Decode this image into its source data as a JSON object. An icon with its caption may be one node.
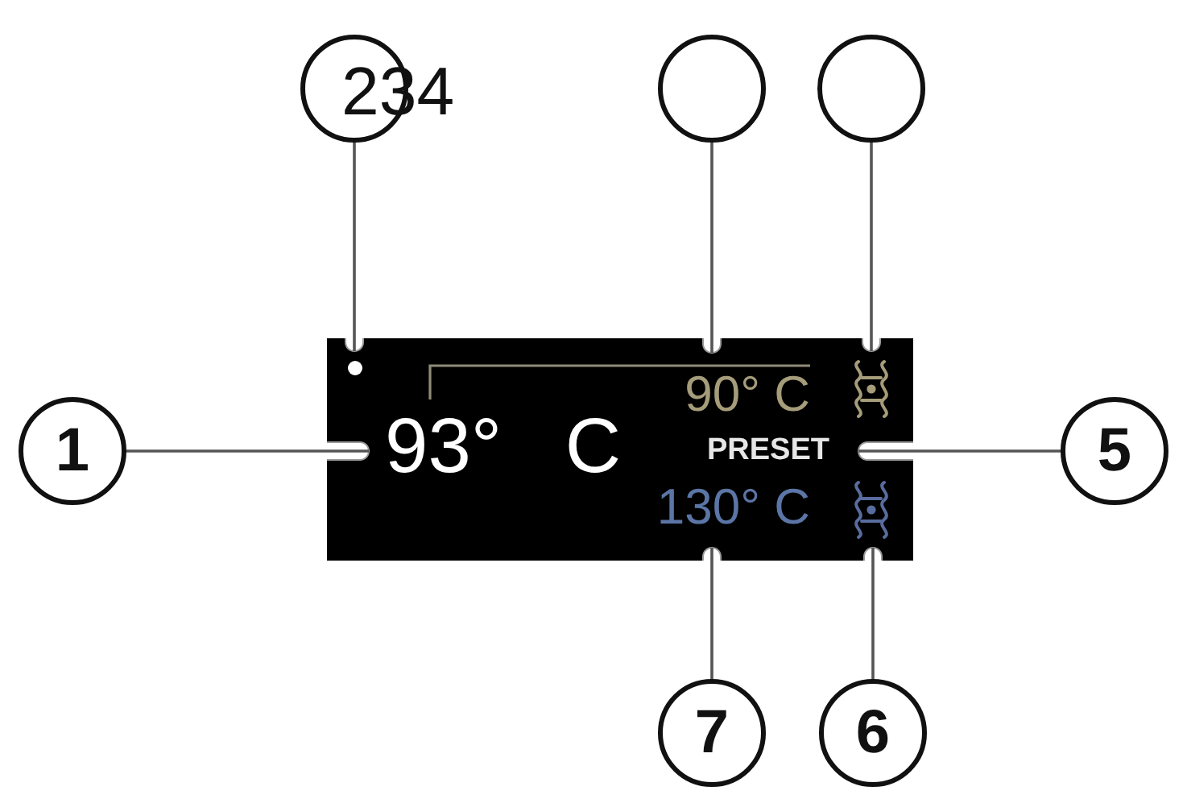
{
  "diagram": {
    "nodes": [
      {
        "text": [
          "234"
        ]
      },
      {
        "text": [],
        "shape": "circle"
      },
      {
        "text": [],
        "shape": "circle"
      },
      {
        "text": [
          "1"
        ]
      },
      {
        "text": [],
        "shape": "box"
      },
      {
        "text": [],
        "shape": "circle",
        "in": 4
      },
      {
        "text": [
          "93° C"
        ],
        "in": 4
      },
      {
        "text": [
          "90° C"
        ],
        "in": 4
      },
      {
        "text": [],
        "shape": "picture",
        "in": 4
      },
      {
        "text": [
          "PRESET"
        ],
        "in": 4
      },
      {
        "text": [
          "130° C"
        ],
        "in": 4
      },
      {
        "text": [],
        "shape": "picture",
        "in": 4
      },
      {
        "text": [
          "5"
        ]
      },
      {
        "text": [
          "7"
        ]
      },
      {
        "text": [
          "6"
        ]
      }
    ],
    "edges": [
      {
        "from": 0,
        "to": 5,
        "arrow": "none"
      },
      {
        "from": 1,
        "to": 7,
        "arrow": "none"
      },
      {
        "from": 2,
        "to": 8,
        "arrow": "none"
      },
      {
        "from": 3,
        "to": 6,
        "arrow": "none"
      },
      {
        "from": 12,
        "to": 9,
        "arrow": "none"
      },
      {
        "from": 13,
        "to": 10,
        "arrow": "none"
      },
      {
        "from": 14,
        "to": 11,
        "arrow": "none"
      }
    ]
  }
}
